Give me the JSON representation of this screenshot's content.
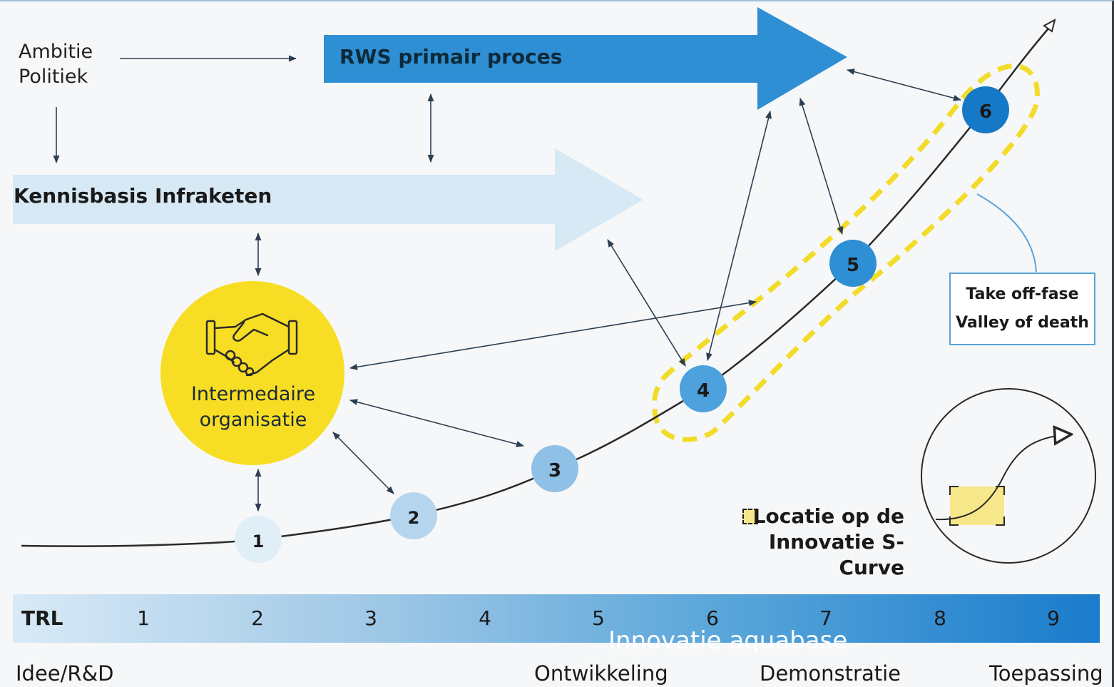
{
  "top_left_text": [
    "Ambitie",
    "Politiek"
  ],
  "arrows": {
    "rws": "RWS primair proces",
    "kennisbasis": "Kennisbasis Infraketen"
  },
  "intermediary": {
    "line1": "Intermedaire",
    "line2": "organisatie",
    "icon": "handshake-icon"
  },
  "nodes": [
    "1",
    "2",
    "3",
    "4",
    "5",
    "6"
  ],
  "callout": {
    "line1": "Take off-fase",
    "line2": "Valley of death"
  },
  "legend": {
    "line1": "Locatie op de",
    "line2": "Innovatie S-Curve"
  },
  "trl": {
    "label": "TRL",
    "levels": [
      "1",
      "2",
      "3",
      "4",
      "5",
      "6",
      "7",
      "8",
      "9"
    ]
  },
  "phases": [
    "Idee/R&D",
    "Ontwikkeling",
    "Demonstratie",
    "Toepassing"
  ],
  "watermark": "Innovatie aquabase",
  "colors": {
    "rws_arrow": "#2f8fd4",
    "kennis_arrow": "#d8e9f6",
    "intermediary": "#f7de24",
    "highlight_dash": "#f2dc2a",
    "node_dark": "#1679c7",
    "node_light": "#e0eef8"
  }
}
